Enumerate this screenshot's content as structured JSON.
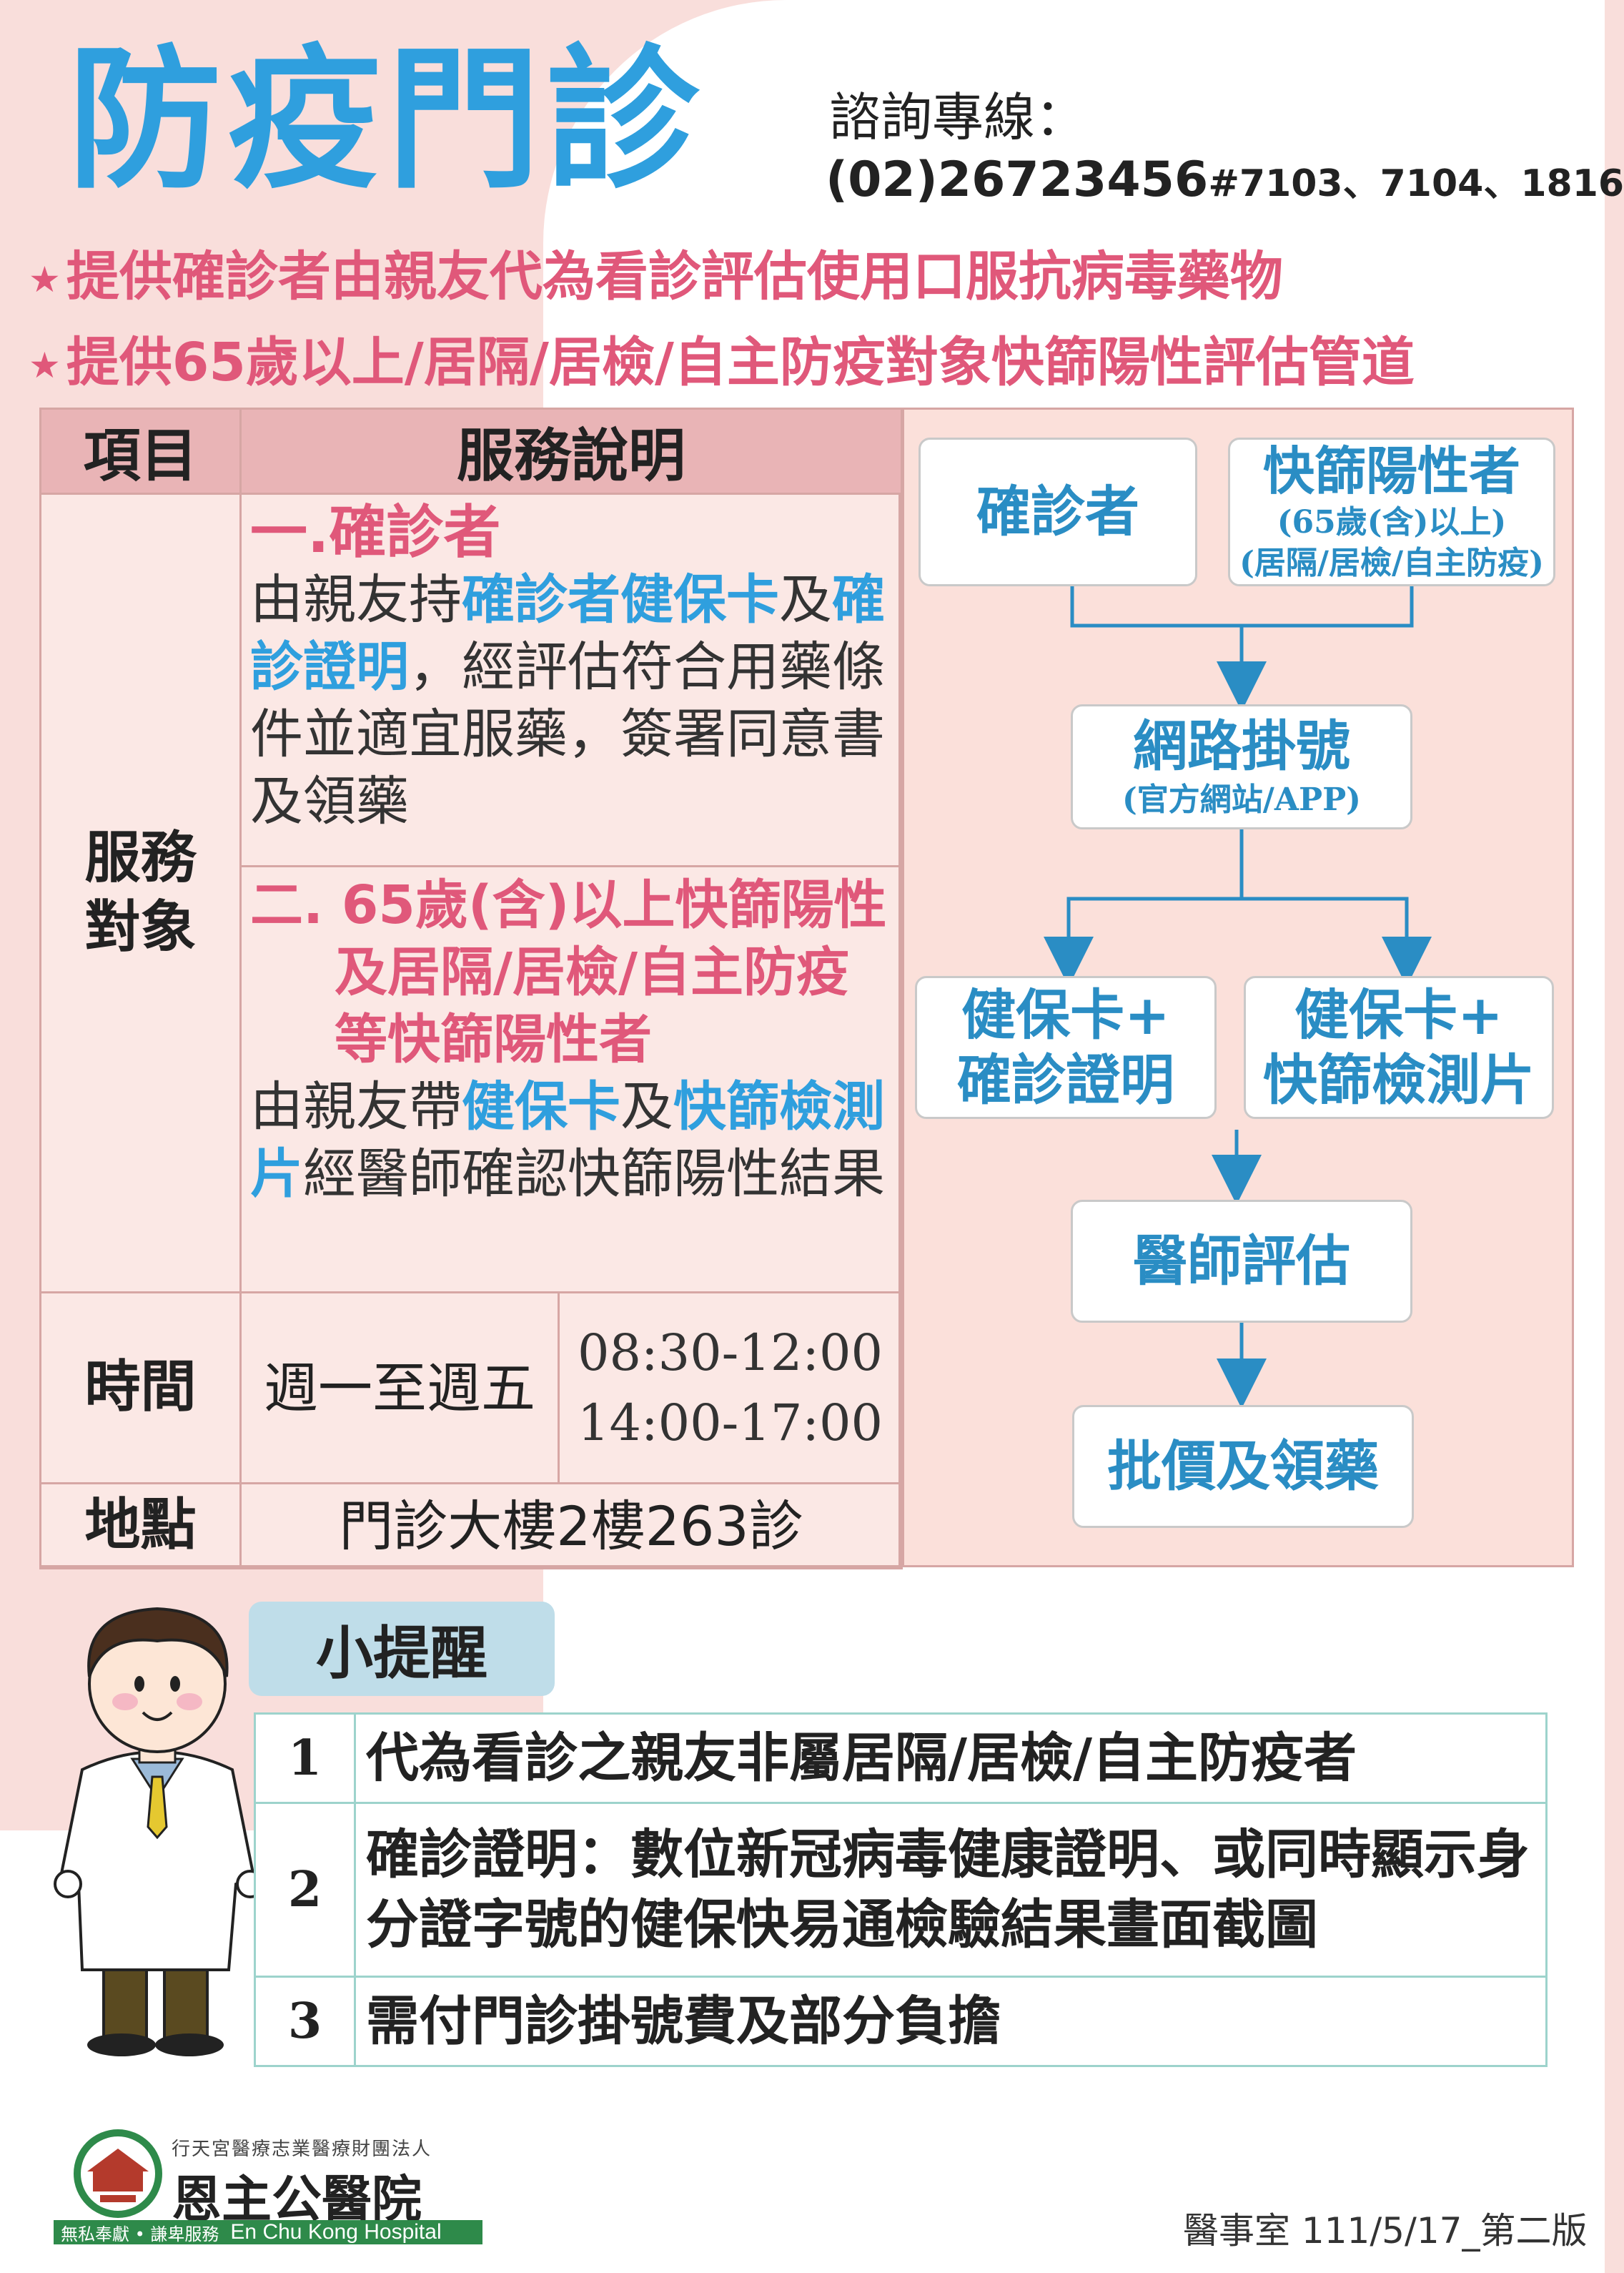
{
  "title": "防疫門診",
  "hotline": {
    "label": "諮詢專線：",
    "number": "(02)26723456",
    "ext": "#7103、7104、1816"
  },
  "banners": [
    "提供確診者由親友代為看診評估使用口服抗病毒藥物",
    "提供65歲以上/居隔/居檢/自主防疫對象快篩陽性評估管道"
  ],
  "banner_star": "★",
  "table": {
    "col_item": "項目",
    "col_desc": "服務說明",
    "row_target_label": "服務\n對象",
    "section1_title": "一.確診者",
    "section1_body_parts": [
      "由親友持",
      "確診者健保卡",
      "及",
      "確診證明",
      "，經評估符合用藥條件並適宜服藥，簽署同意書及領藥"
    ],
    "section2_title_lines": [
      "二. 65歲(含)以上快篩陽性",
      "及居隔/居檢/自主防疫",
      "等快篩陽性者"
    ],
    "section2_body_parts": [
      "由親友帶",
      "健保卡",
      "及",
      "快篩檢測片",
      "經醫師確認快篩陽性結果"
    ],
    "row_time_label": "時間",
    "time_days": "週一至週五",
    "time_slots": [
      "08:30-12:00",
      "14:00-17:00"
    ],
    "row_place_label": "地點",
    "place": "門診大樓2樓263診"
  },
  "flow": {
    "box_confirmed": "確診者",
    "box_rapid": "快篩陽性者",
    "box_rapid_sub1": "(65歲(含)以上)",
    "box_rapid_sub2": "(居隔/居檢/自主防疫)",
    "box_register": "網路掛號",
    "box_register_sub": "(官方網站/APP)",
    "box_card_cert_1": "健保卡+",
    "box_card_cert_2": "確診證明",
    "box_card_test_1": "健保卡+",
    "box_card_test_2": "快篩檢測片",
    "box_doctor": "醫師評估",
    "box_pharmacy": "批價及領藥"
  },
  "reminder": {
    "tab": "小提醒",
    "items": [
      {
        "num": "1",
        "text": "代為看診之親友非屬居隔/居檢/自主防疫者"
      },
      {
        "num": "2",
        "text": "確診證明：數位新冠病毒健康證明、或同時顯示身分證字號的健保快易通檢驗結果畫面截圖"
      },
      {
        "num": "3",
        "text": "需付門診掛號費及部分負擔"
      }
    ]
  },
  "hospital": {
    "org": "行天宮醫療志業醫療財團法人",
    "name": "恩主公醫院",
    "slogan": "無私奉獻 • 謙卑服務",
    "english": "En Chu Kong Hospital"
  },
  "footer_note": "醫事室 111/5/17_第二版",
  "colors": {
    "title_blue": "#2f9fde",
    "banner_pink": "#e0587a",
    "header_pink": "#e9b4b6",
    "flow_text": "#2a8dc4"
  }
}
